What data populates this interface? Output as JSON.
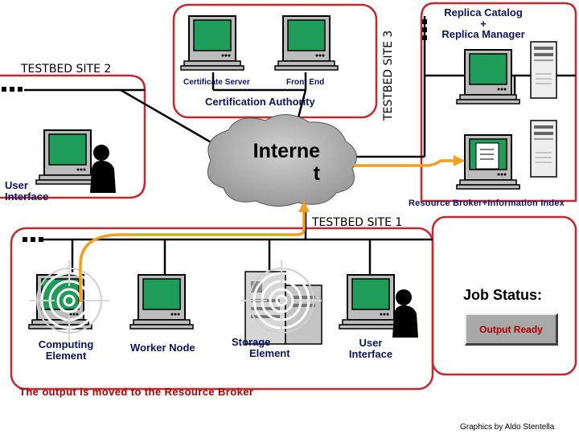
{
  "sites": {
    "site2": "TESTBED SITE 2",
    "site3": "TESTBED SITE 3",
    "site1": "TESTBED SITE 1"
  },
  "site3": {
    "certificate_server": "Certificate Server",
    "front_end": "Front End",
    "certification_authority": "Certification Authority",
    "replica_title_1": "Replica Catalog",
    "replica_plus": "+",
    "replica_title_2": "Replica Manager"
  },
  "site2": {
    "user_interface_1": "User",
    "user_interface_2": "Interface"
  },
  "internet": {
    "label_1": "Interne",
    "label_2": "t"
  },
  "site1": {
    "resource_broker": "Resource Broker+Information Index",
    "computing_element_1": "Computing",
    "computing_element_2": "Element",
    "worker_node": "Worker Node",
    "storage_element_1": "Storage",
    "storage_element_2": "Element",
    "user_interface_1": "User",
    "user_interface_2": "Interface"
  },
  "job_status": {
    "title": "Job Status:",
    "value": "Output Ready",
    "value_color": "#b00000"
  },
  "caption": "The output is moved to the Resource Broker",
  "credit": "Graphics by Aldo Stentella",
  "colors": {
    "site_border": "#c8282d",
    "flow_arrow": "#f0a020",
    "monitor_screen": "#1f9c5a",
    "label_navy": "#0c1464"
  }
}
